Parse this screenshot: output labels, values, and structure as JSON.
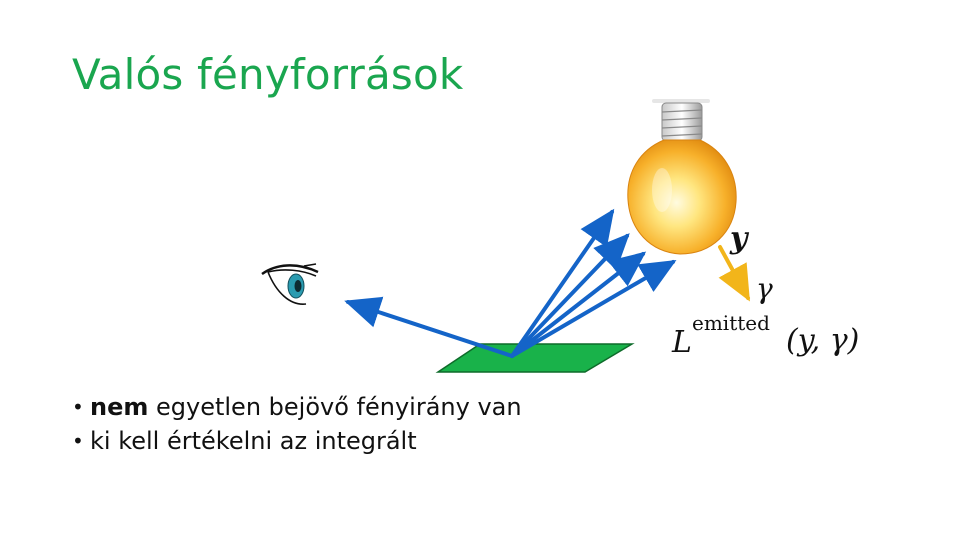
{
  "title": "Valós fényforrások",
  "bullets": [
    {
      "bold": "nem",
      "text": " egyetlen bejövő fényirány van"
    },
    {
      "bold": "",
      "text": "ki kell értékelni az integrált"
    }
  ],
  "labels": {
    "point": "y",
    "direction": "γ",
    "radiance_symbol": "L",
    "radiance_superscript": "emitted",
    "radiance_args": "(y, γ)"
  },
  "colors": {
    "title": "#1aa64f",
    "ray": "#1464c8",
    "emitted_ray": "#f2b51a",
    "surface": "#19b24a",
    "eye_iris": "#2a9bb0"
  },
  "icons": {
    "eye": "eye-icon",
    "light": "light-bulb-icon",
    "surface": "surface-patch"
  }
}
